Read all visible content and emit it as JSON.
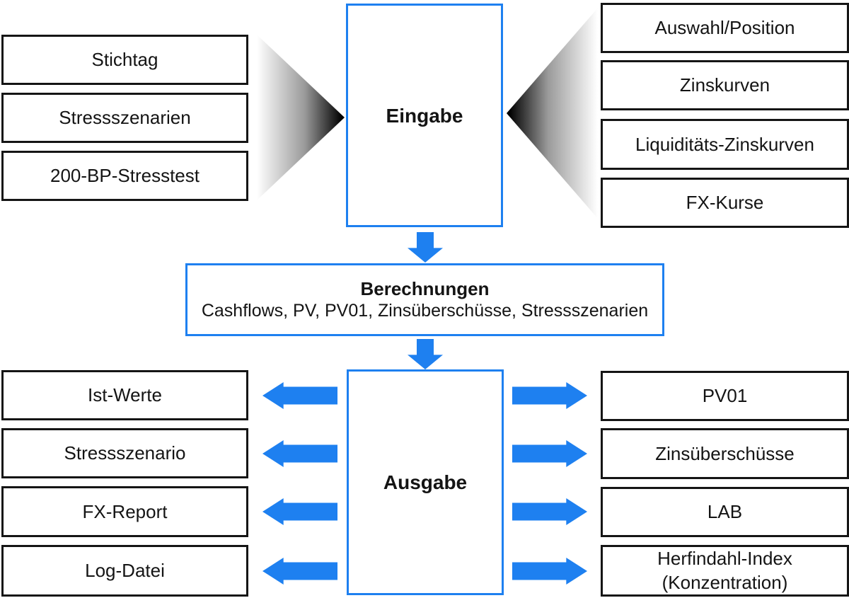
{
  "stages": {
    "input": {
      "title": "Eingabe",
      "left_sources": [
        "Stichtag",
        "Stressszenarien",
        "200-BP-Stresstest"
      ],
      "right_sources": [
        "Auswahl/Position",
        "Zinskurven",
        "Liquiditäts-Zinskurven",
        "FX-Kurse"
      ]
    },
    "calc": {
      "title": "Berechnungen",
      "subtitle": "Cashflows, PV, PV01, Zinsüberschüsse, Stressszenarien"
    },
    "output": {
      "title": "Ausgabe",
      "left_outputs": [
        "Ist-Werte",
        "Stressszenario",
        "FX-Report",
        "Log-Datei"
      ],
      "right_outputs": [
        "PV01",
        "Zinsüberschüsse",
        "LAB",
        "Herfindahl-Index (Konzentration)"
      ]
    }
  },
  "colors": {
    "accent_blue": "#1e80f0",
    "box_border_black": "#151515",
    "text": "#141414",
    "funnel_gradient_start": "#ffffff",
    "funnel_gradient_end": "#000000"
  }
}
